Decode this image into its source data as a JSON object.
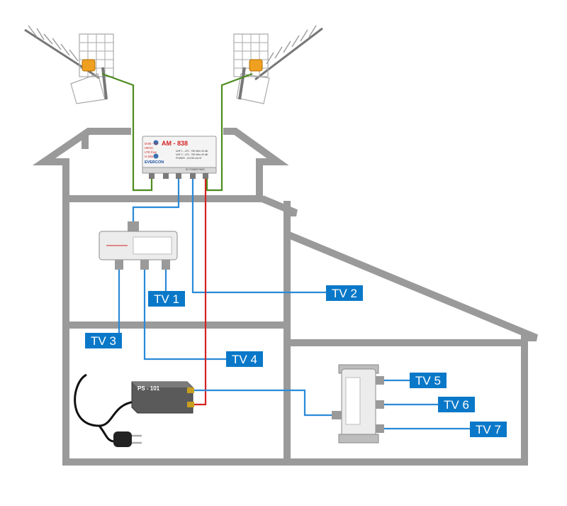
{
  "amplifier": {
    "model": "AM - 838",
    "brand": "EVERCON",
    "features": [
      "DVB - T2",
      "HEVC",
      "LTE free",
      "H.265"
    ],
    "spec_lines": [
      "UHF 1 - 470 - 790 MHz 40 dB",
      "UHF 2 - 470 - 790 MHz 40 dB",
      "POWER : 12V/40 mA+5"
    ],
    "dc_label": "DC POWER PASS"
  },
  "power_supply": {
    "model": "PS - 101"
  },
  "tv_outlets": [
    "TV 1",
    "TV 2",
    "TV 3",
    "TV 4",
    "TV 5",
    "TV 6",
    "TV 7"
  ],
  "colors": {
    "label_bg": "#0a78c8",
    "label_text": "#ffffff",
    "wall": "#9a9a9a",
    "cable_signal": "#2a8ad8",
    "cable_antenna": "#4c8c1e",
    "cable_power": "#d42222",
    "antenna_accent": "#f0a020"
  }
}
